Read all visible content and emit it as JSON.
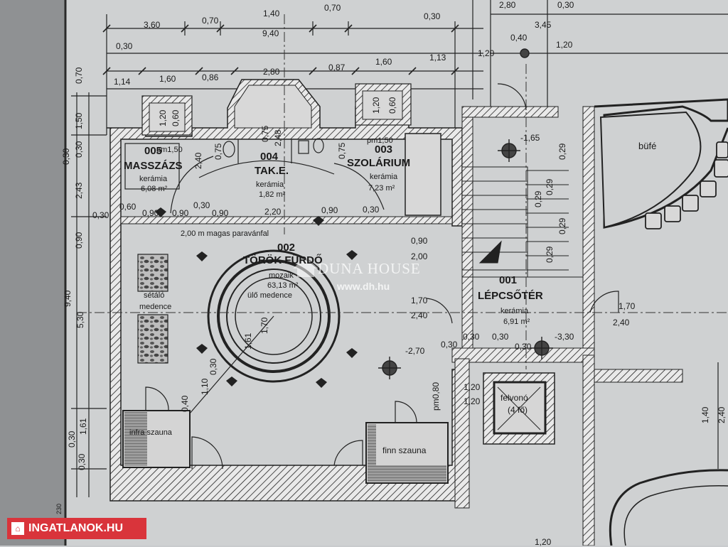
{
  "rooms": [
    {
      "num": "005",
      "name": "MASSZÁZS",
      "floor": "kerámia",
      "area": "6,08 m²"
    },
    {
      "num": "004",
      "name": "TAK.E.",
      "floor": "kerámia",
      "area": "1,82 m²"
    },
    {
      "num": "003",
      "name": "SZOLÁRIUM",
      "floor": "kerámia",
      "area": "7,23 m²"
    },
    {
      "num": "002",
      "name": "TÖRÖK FÜRDŐ",
      "floor": "mozaik",
      "area": "63,13 m²",
      "extra": "ülő medence"
    },
    {
      "num": "001",
      "name": "LÉPCSŐTÉR",
      "floor": "kerámia",
      "area": "6,91 m²"
    }
  ],
  "labels": {
    "bufe": "büfé",
    "setalo": "sétáló",
    "medence": "medence",
    "infra": "infra szauna",
    "finn": "finn szauna",
    "felvono": "felvonó",
    "felvono_cap": "(4 fő)",
    "paravan": "2,00 m magas paravánfal",
    "pm_top": "pm1,50",
    "pm_left": "pm1,50",
    "pm_bottom": "pm0,80"
  },
  "dims": {
    "top1": [
      "3,60",
      "0,70",
      "1,40",
      "0,70",
      "0,30"
    ],
    "total": "9,40",
    "top2": [
      "0,30",
      "0,40",
      "1,20",
      "1,20"
    ],
    "top3": [
      "1,14",
      "1,60",
      "0,86",
      "2,80",
      "0,87",
      "1,60",
      "1,13"
    ],
    "top_right": [
      "2,80",
      "3,45",
      "0,30"
    ],
    "row1": [
      "0,30",
      "0,60",
      "0,90",
      "0,90",
      "0,30",
      "0,90",
      "2,20",
      "0,90",
      "0,30"
    ],
    "stair": [
      "0,90",
      "2,00",
      "1,70",
      "2,40",
      "1,70",
      "2,40"
    ],
    "levels": [
      "-1,65",
      "-2,70",
      "-3,30"
    ],
    "bottom": [
      "0,30",
      "0,30",
      "0,30",
      "0,30",
      "1,20",
      "1,20"
    ],
    "circle": [
      "1,70",
      "1,61",
      "0,30",
      "1,10",
      "0,40"
    ],
    "left": [
      "0,70",
      "1,50",
      "0,30",
      "0,30",
      "2,43",
      "0,90",
      "9,40",
      "5,30",
      "1,61",
      "0,30",
      "0,30"
    ],
    "right": [
      "1,40",
      "2,40"
    ],
    "nook": [
      "1,20",
      "0,60",
      "1,20",
      "0,60",
      "0,75",
      "2,48",
      "0,75",
      "2,40",
      "0,75"
    ],
    "stair_steps": "0,29",
    "bottom_cut": "1,20",
    "edge": "230"
  },
  "watermark": {
    "brand": "DUNA HOUSE",
    "url": "www.dh.hu"
  },
  "badge": {
    "text": "INGATLANOK.HU"
  }
}
